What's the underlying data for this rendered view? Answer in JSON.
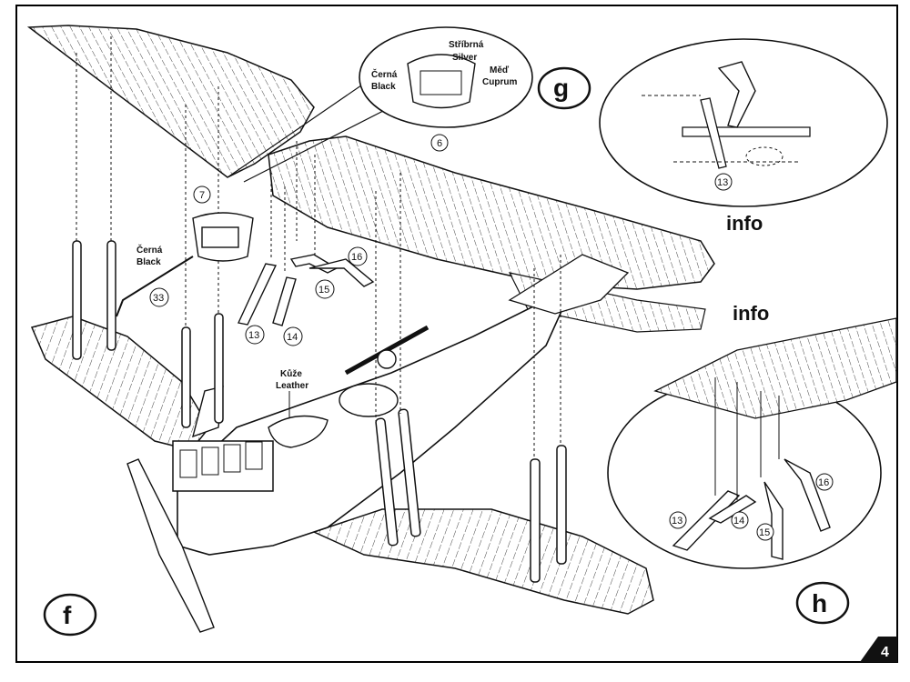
{
  "page": {
    "number": "4",
    "steps": {
      "f": "f",
      "g": "g",
      "h": "h"
    },
    "info_labels": [
      "info",
      "info"
    ]
  },
  "callouts": {
    "detail_top": {
      "silver_cz": "Stříbrná",
      "silver_en": "Silver",
      "black_cz": "Černá",
      "black_en": "Black",
      "copper_cz": "Měď",
      "copper_en": "Cuprum"
    },
    "left": {
      "black_cz": "Černá",
      "black_en": "Black"
    },
    "leather": {
      "cz": "Kůže",
      "en": "Leather"
    }
  },
  "part_numbers": {
    "p6": "6",
    "p7": "7",
    "p13": "13",
    "p14": "14",
    "p15": "15",
    "p16": "16",
    "p33": "33",
    "g13": "13",
    "h13": "13",
    "h14": "14",
    "h15": "15",
    "h16": "16"
  }
}
